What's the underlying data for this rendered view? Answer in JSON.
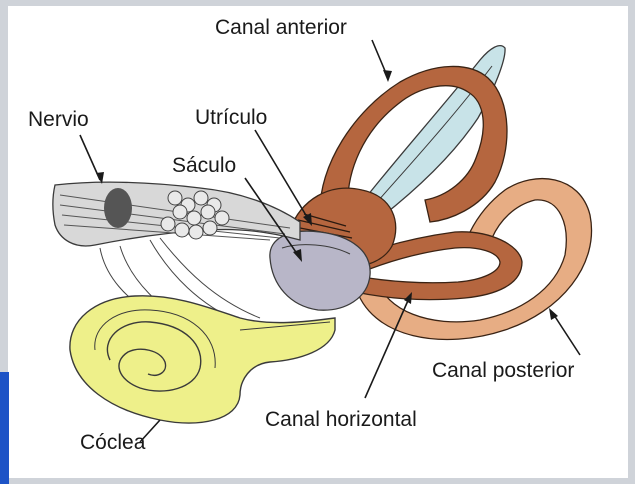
{
  "labels": {
    "canal_anterior": "Canal anterior",
    "utriculo": "Utrículo",
    "nervio": "Nervio",
    "saculo": "Sáculo",
    "canal_posterior": "Canal posterior",
    "canal_horizontal": "Canal horizontal",
    "coclea": "Cóclea"
  },
  "colors": {
    "background": "#cfd3d9",
    "panel": "#ffffff",
    "canal_fill": "#b5663f",
    "canal_light": "#e7ad84",
    "cochlea_fill": "#eef08a",
    "saccule_fill": "#b8b6c8",
    "duct_fill": "#c8e3e8",
    "nerve_fill": "#d8d8d8",
    "side_accent": "#1d53c6"
  }
}
